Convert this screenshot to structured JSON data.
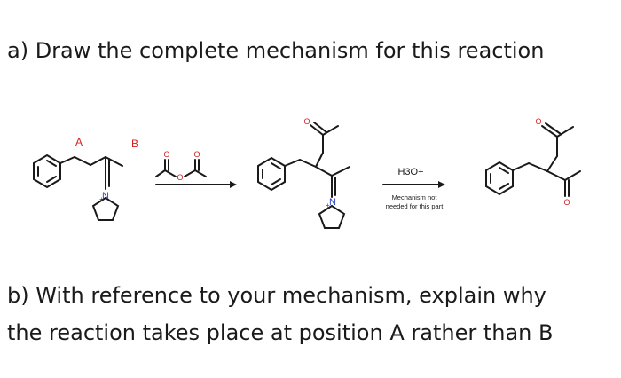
{
  "question_a": "a) Draw the complete mechanism for this reaction",
  "question_b_line1": "b) With reference to your mechanism, explain why",
  "question_b_line2": "the reaction takes place at position A rather than B",
  "scheme": {
    "label_a": "A",
    "label_b": "B",
    "nitrogen_label": "N",
    "plus_label": "+",
    "oxygen_label": "O",
    "reagent_step2": "H3O+",
    "note_line1": "Mechanism not",
    "note_line2": "needed for this part"
  },
  "colors": {
    "text": "#1a1a1a",
    "label_red": "#d42020",
    "oxygen_red": "#d42020",
    "nitrogen_blue": "#2a3fc0"
  }
}
